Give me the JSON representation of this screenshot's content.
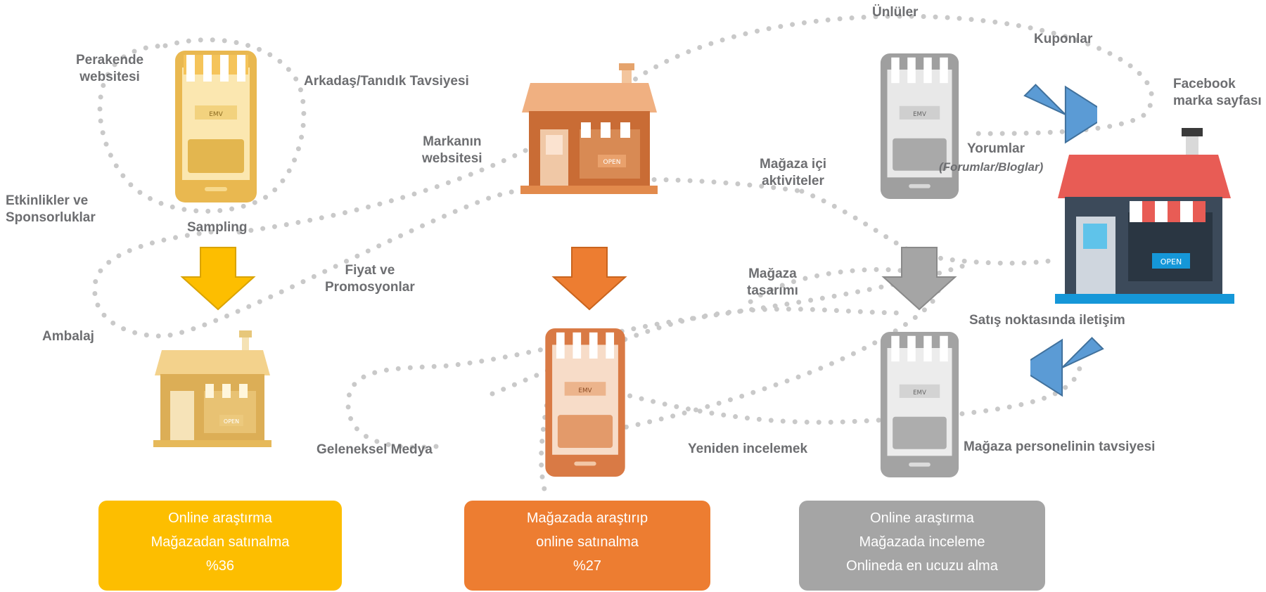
{
  "labels": {
    "perakende": "Perakende\nwebsitesi",
    "arkadas": "Arkadaş/Tanıdık Tavsiyesi",
    "etkinlikler": "Etkinlikler ve\nSponsorluklar",
    "sampling": "Sampling",
    "ambalaj": "Ambalaj",
    "markanin": "Markanın\nwebsitesi",
    "fiyat": "Fiyat ve\nPromosyonlar",
    "geleneksel": "Geleneksel Medya",
    "magaza_ici": "Mağaza içi\naktiviteler",
    "magaza_tasarimi": "Mağaza\ntasarımı",
    "yeniden": "Yeniden incelemek",
    "unluler": "Ünlüler",
    "kuponlar": "Kuponlar",
    "facebook": "Facebook\nmarka sayfası",
    "yorumlar": "Yorumlar",
    "yorumlar_sub": "(Forumlar/Bloglar)",
    "satis": "Satış noktasında iletişim",
    "personel": "Mağaza personelinin tavsiyesi"
  },
  "boxes": [
    {
      "lines": [
        "Online araştırma",
        "Mağazadan satınalma",
        "%36"
      ],
      "color": "#fdbe00"
    },
    {
      "lines": [
        "Mağazada araştırıp",
        "online satınalma",
        "%27"
      ],
      "color": "#ed7d31"
    },
    {
      "lines": [
        "Online araştırma",
        "Mağazada inceleme",
        "Onlineda en ucuzu alma"
      ],
      "color": "#a5a5a5"
    }
  ],
  "icons": {
    "store_sign": "OPEN",
    "phone_sign": "EMV"
  },
  "colors": {
    "yellow": "#fdbe00",
    "orange": "#ed7d31",
    "gray": "#a5a5a5",
    "blue": "#5b9bd5",
    "label": "#6d6e71",
    "dots": "#c8c8c8"
  }
}
